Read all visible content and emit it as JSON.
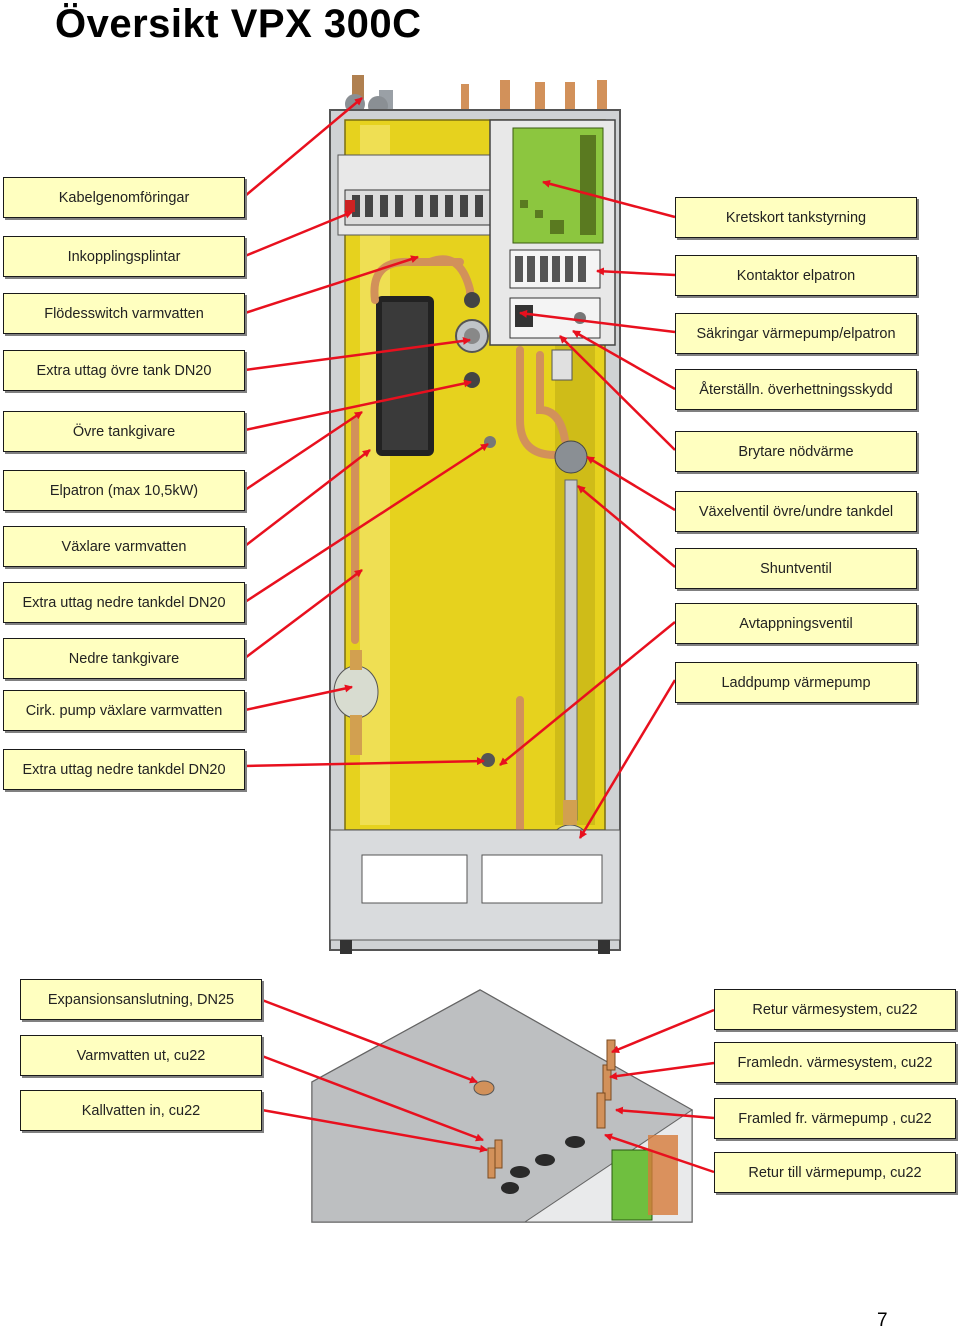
{
  "page_title": "Översikt VPX 300C",
  "page_number": "7",
  "left_labels": [
    "Kabelgenomföringar",
    "Inkopplingsplintar",
    "Flödesswitch varmvatten",
    "Extra uttag övre tank DN20",
    "Övre tankgivare",
    "Elpatron (max 10,5kW)",
    "Växlare varmvatten",
    "Extra uttag nedre tankdel DN20",
    "Nedre tankgivare",
    "Cirk. pump växlare varmvatten",
    "Extra uttag nedre tankdel DN20"
  ],
  "right_labels": [
    "Kretskort tankstyrning",
    "Kontaktor elpatron",
    "Säkringar värmepump/elpatron",
    "Återställn. överhettningsskydd",
    "Brytare nödvärme",
    "Växelventil övre/undre tankdel",
    "Shuntventil",
    "Avtappningsventil",
    "Laddpump värmepump"
  ],
  "bottom_left_labels": [
    "Expansionsanslutning, DN25",
    "Varmvatten ut, cu22",
    "Kallvatten in, cu22"
  ],
  "bottom_right_labels": [
    "Retur värmesystem, cu22",
    "Framledn. värmesystem, cu22",
    "Framled fr. värmepump , cu22",
    "Retur till värmepump, cu22"
  ],
  "colors": {
    "tank_yellow": "#e6d21e",
    "cabinet_grey": "#d9d9d9",
    "pcb_green": "#8cc63f",
    "pipe_copper": "#d2915a",
    "arrow_red": "#e8101e",
    "label_fill": "#ffffc0"
  }
}
